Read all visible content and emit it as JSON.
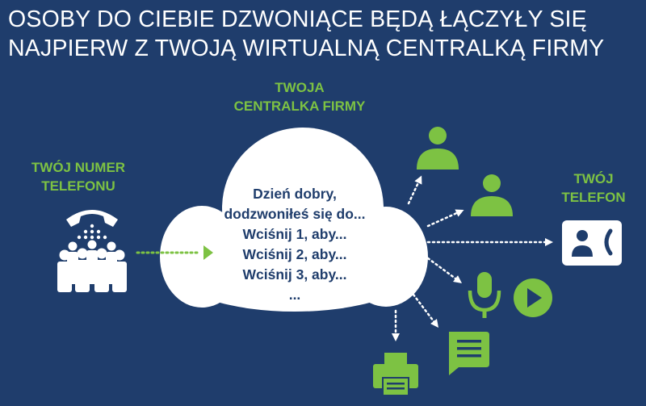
{
  "title": {
    "line1": "OSOBY DO CIEBIE DZWONIĄCE BĘDĄ ŁĄCZYŁY SIĘ",
    "line2": "NAJPIERW Z TWOJĄ WIRTUALNĄ CENTRALKĄ FIRMY"
  },
  "labels": {
    "central_line1": "TWOJA",
    "central_line2": "CENTRALKA FIRMY",
    "number_line1": "TWÓJ NUMER",
    "number_line2": "TELEFONU",
    "phone_line1": "TWÓJ",
    "phone_line2": "TELEFON"
  },
  "cloud_lines": [
    "Dzień dobry,",
    "dodzwoniłeś się do...",
    "Wciśnij 1, aby...",
    "Wciśnij 2, aby...",
    "Wciśnij 3, aby...",
    "..."
  ],
  "icons": {
    "callers": "caller-group-icon",
    "user1": "user-icon",
    "user2": "user-icon",
    "phone": "contact-phone-icon",
    "mic": "microphone-icon",
    "play": "play-icon",
    "message": "message-icon",
    "fax": "fax-icon"
  },
  "colors": {
    "background": "#1f3d6c",
    "accent": "#7dc243",
    "text": "#ffffff"
  }
}
